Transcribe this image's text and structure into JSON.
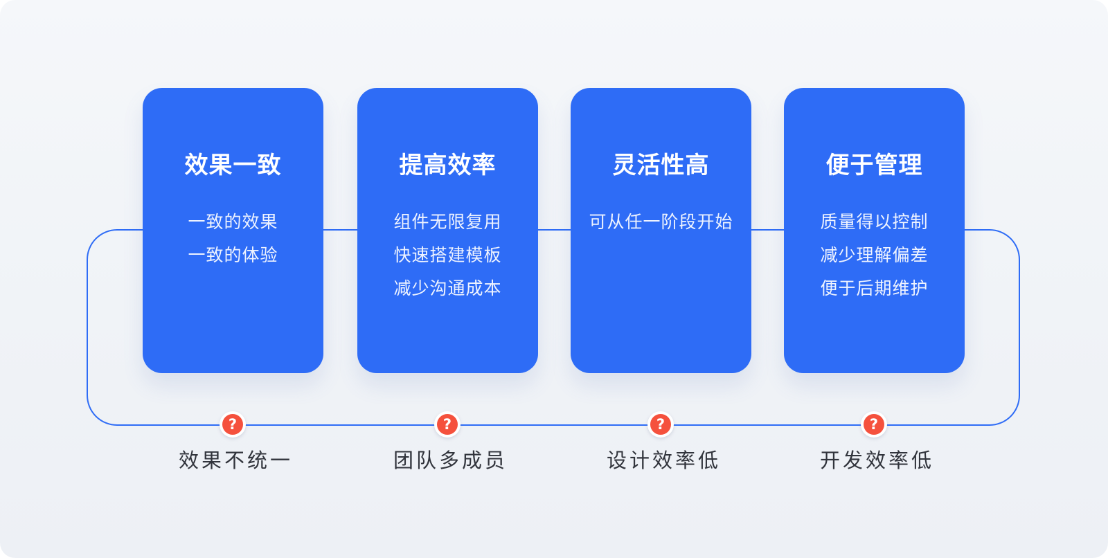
{
  "theme": {
    "card_blue": "#2e6cf6",
    "line_blue": "#2e6cf6",
    "badge_red": "#f5513d",
    "panel_background": "#f2f4f8",
    "issue_label_color": "#31343c"
  },
  "badge": {
    "glyph": "?"
  },
  "cards": [
    {
      "title": "效果一致",
      "items": [
        "一致的效果",
        "一致的体验"
      ],
      "issue": "效果不统一"
    },
    {
      "title": "提高效率",
      "items": [
        "组件无限复用",
        "快速搭建模板",
        "减少沟通成本"
      ],
      "issue": "团队多成员"
    },
    {
      "title": "灵活性高",
      "items": [
        "可从任一阶段开始"
      ],
      "issue": "设计效率低"
    },
    {
      "title": "便于管理",
      "items": [
        "质量得以控制",
        "减少理解偏差",
        "便于后期维护"
      ],
      "issue": "开发效率低"
    }
  ]
}
